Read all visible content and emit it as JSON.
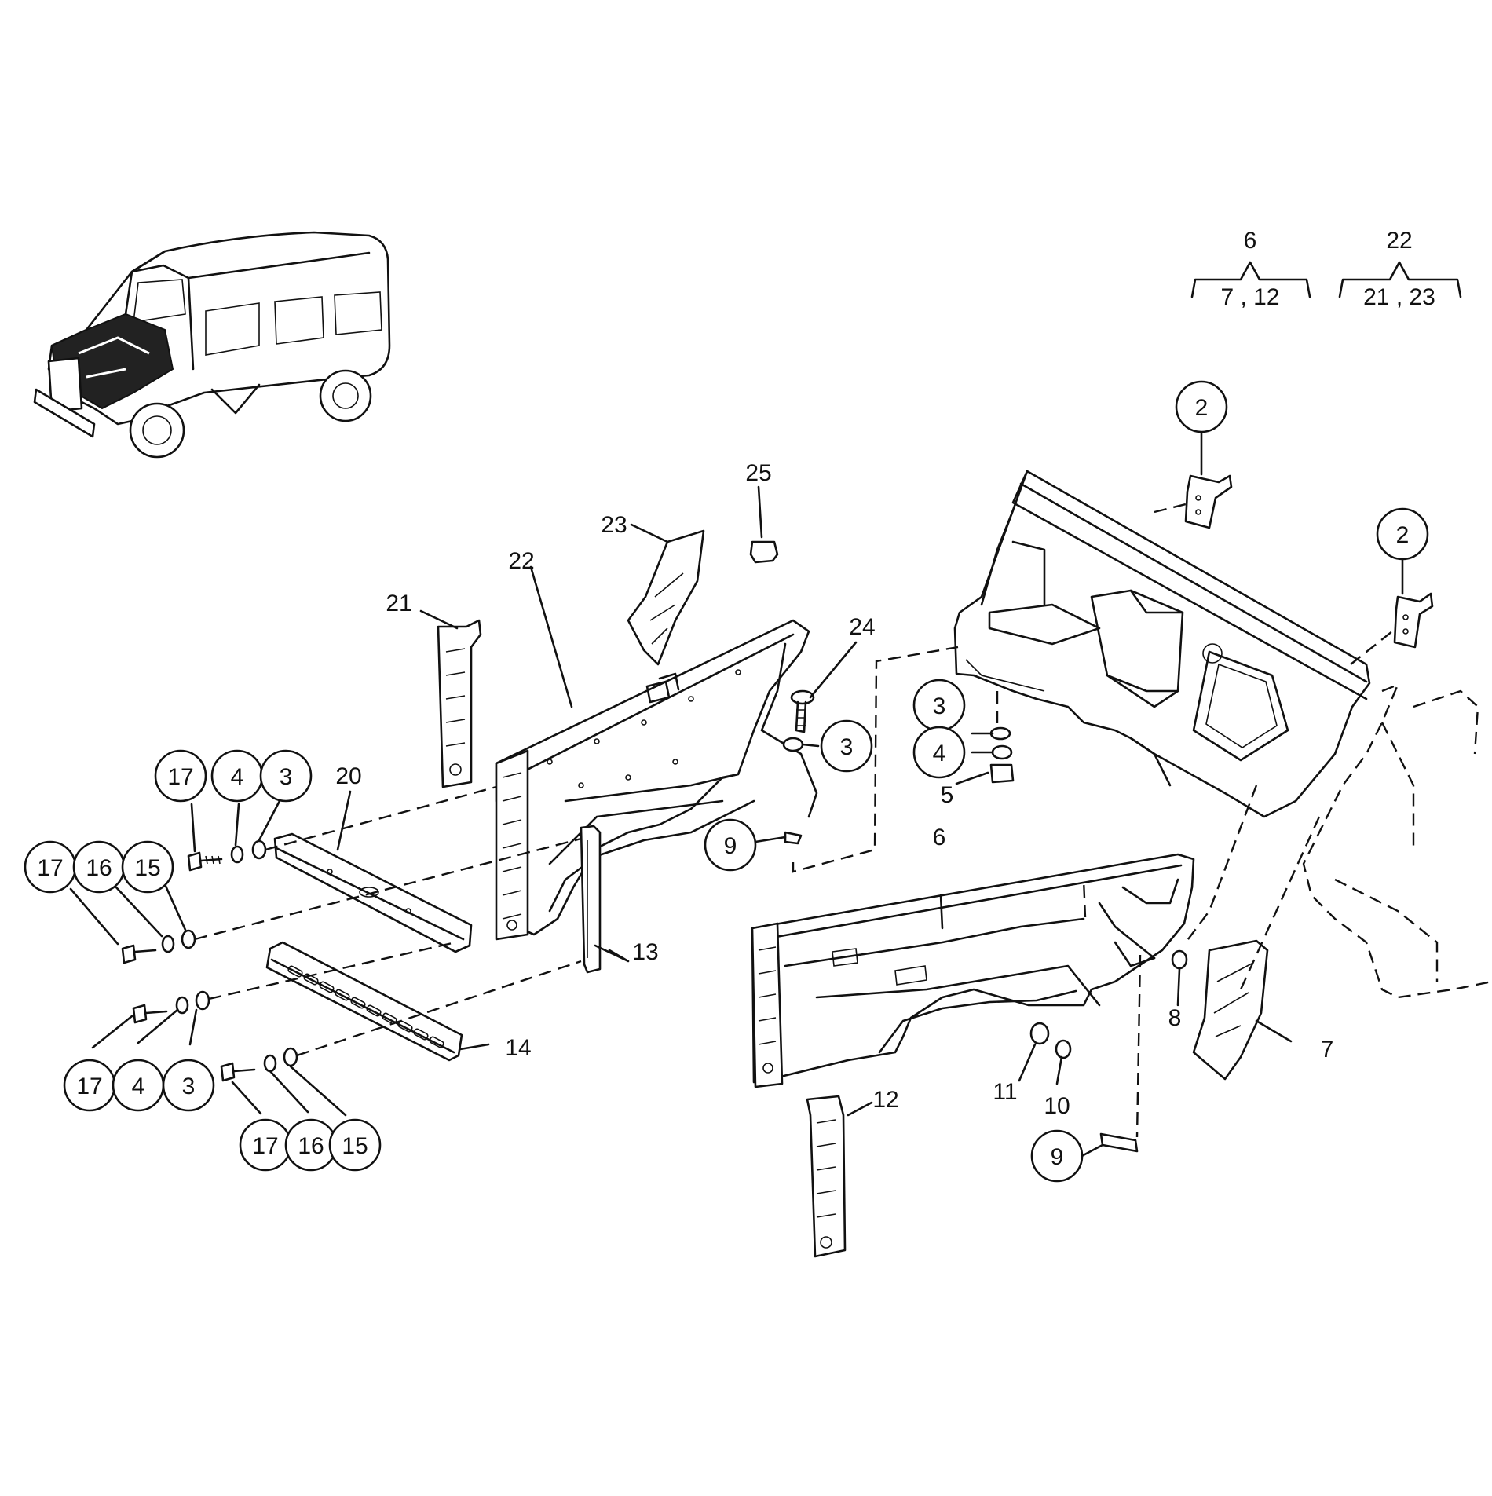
{
  "callouts": {
    "c_2a": "2",
    "c_2b": "2",
    "c_25": "25",
    "c_23": "23",
    "c_22": "22",
    "c_21": "21",
    "c_24": "24",
    "c_3_right": "3",
    "c_20": "20",
    "c_17_top": "17",
    "c_4_top": "4",
    "c_3_top": "3",
    "c_17_mid": "17",
    "c_16_mid": "16",
    "c_15_mid": "15",
    "c_9_left": "9",
    "c_13": "13",
    "c_14": "14",
    "c_17_low": "17",
    "c_4_low": "4",
    "c_3_low": "3",
    "c_17_bot": "17",
    "c_16_bot": "16",
    "c_15_bot": "15",
    "c_3_stack": "3",
    "c_4_stack": "4",
    "c_5": "5",
    "c_6": "6",
    "c_8": "8",
    "c_7": "7",
    "c_11": "11",
    "c_10": "10",
    "c_12": "12",
    "c_9_right": "9"
  },
  "legend": {
    "group1": {
      "parent": "6",
      "children": "7 , 12"
    },
    "group2": {
      "parent": "22",
      "children": "21 , 23"
    }
  }
}
